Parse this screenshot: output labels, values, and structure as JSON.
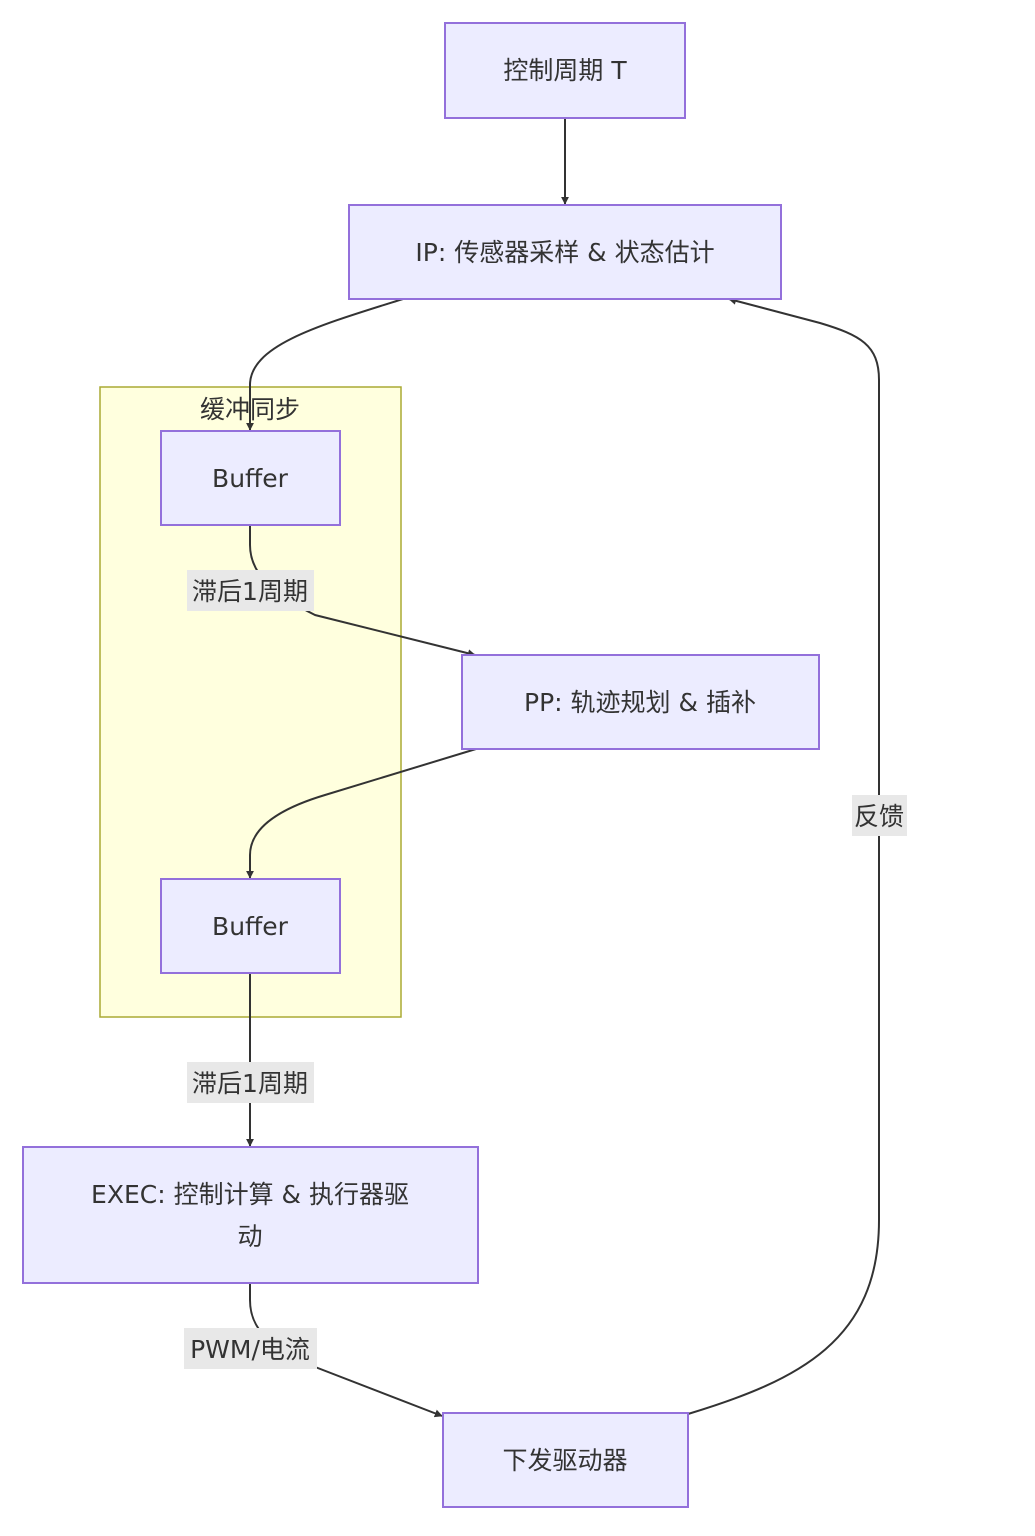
{
  "diagram": {
    "colors": {
      "node_fill": "#ECECFF",
      "node_stroke": "#9370DB",
      "cluster_fill": "#FFFFDE",
      "cluster_stroke": "#AAAA33",
      "edge": "#333333",
      "edge_label_bg": "#E8E8E8",
      "text": "#333333"
    },
    "cluster": {
      "label": "缓冲同步"
    },
    "nodes": {
      "cycle": {
        "label": "控制周期 T"
      },
      "ip": {
        "label": "IP: 传感器采样 & 状态估计"
      },
      "buffer1": {
        "label": "Buffer"
      },
      "pp": {
        "label": "PP: 轨迹规划 & 插补"
      },
      "buffer2": {
        "label": "Buffer"
      },
      "exec": {
        "label_line1": "EXEC: 控制计算 & 执行器驱",
        "label_line2": "动"
      },
      "driver": {
        "label": "下发驱动器"
      }
    },
    "edges": {
      "buffer1_to_pp": {
        "label": "滞后1周期"
      },
      "buffer2_to_exec": {
        "label": "滞后1周期"
      },
      "exec_to_driver": {
        "label": "PWM/电流"
      },
      "driver_to_ip": {
        "label": "反馈"
      }
    }
  }
}
